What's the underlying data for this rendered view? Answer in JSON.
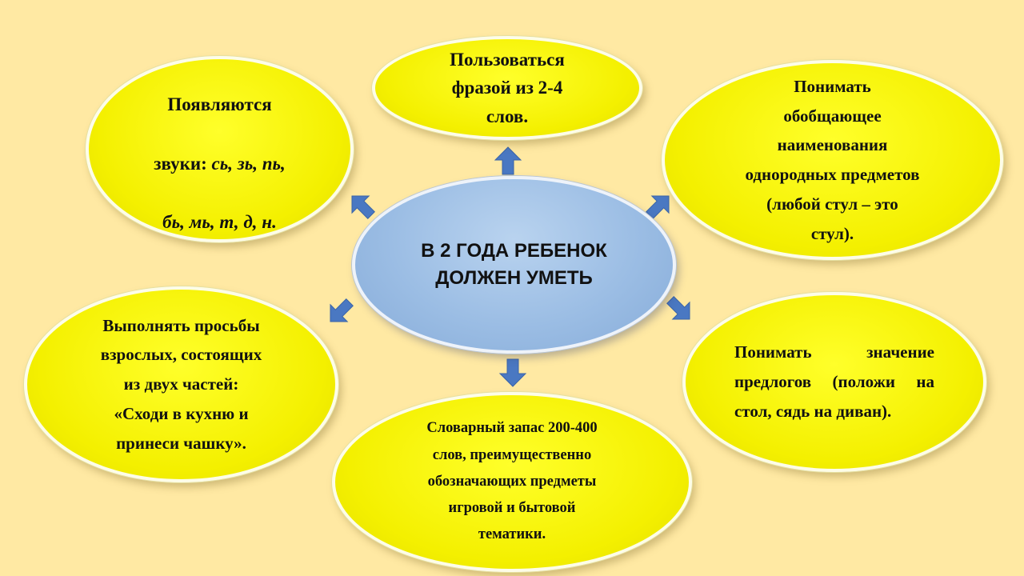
{
  "center": {
    "title": "В 2 ГОДА РЕБЕНОК\nДОЛЖЕН УМЕТЬ"
  },
  "ellipses": {
    "sounds": {
      "line1": "Появляются",
      "line2_prefix": "звуки: ",
      "line2_italic": "сь, зь, пь,",
      "line3_italic": "бь, мь, т, д, н."
    },
    "phrase": {
      "text": "Пользоваться\nфразой из 2-4\nслов."
    },
    "general": {
      "text": "Понимать\nобобщающее\nнаименования\nоднородных предметов\n(любой стул – это\nстул)."
    },
    "requests": {
      "text": "Выполнять просьбы\nвзрослых, состоящих\nиз двух частей:\n«Сходи в кухню и\nпринеси чашку»."
    },
    "prepositions": {
      "text": "Понимать значение предлогов (положи на стол, сядь на диван)."
    },
    "vocabulary": {
      "text": "Словарный запас 200-400\nслов, преимущественно\nобозначающих предметы\nигровой и бытовой\nтематики."
    }
  },
  "colors": {
    "background": "#ffe9a3",
    "ellipse_fill": "#f4f000",
    "center_fill": "#9bbde4",
    "arrow": "#4a78c2"
  },
  "icons": {
    "arrows": "block-arrow-icon"
  }
}
